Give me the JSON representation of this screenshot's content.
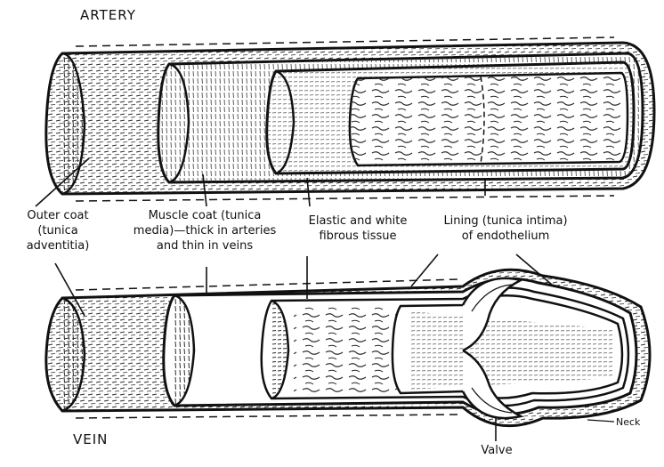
{
  "artery": {
    "title": "ARTERY"
  },
  "vein": {
    "title": "VEIN"
  },
  "labels": {
    "outer_coat": {
      "line1": "Outer coat",
      "line2": "(tunica",
      "line3": "adventitia)"
    },
    "muscle_coat": {
      "line1": "Muscle coat (tunica",
      "line2": "media)—thick in arteries",
      "line3": "and thin in veins"
    },
    "elastic": {
      "line1": "Elastic and white",
      "line2": "fibrous tissue"
    },
    "lining": {
      "line1": "Lining (tunica intima)",
      "line2": "of endothelium"
    },
    "valve": "Valve",
    "neck": "Neck"
  },
  "colors": {
    "ink": "#111111",
    "texture": "#2a2a2a",
    "paper": "#ffffff"
  }
}
